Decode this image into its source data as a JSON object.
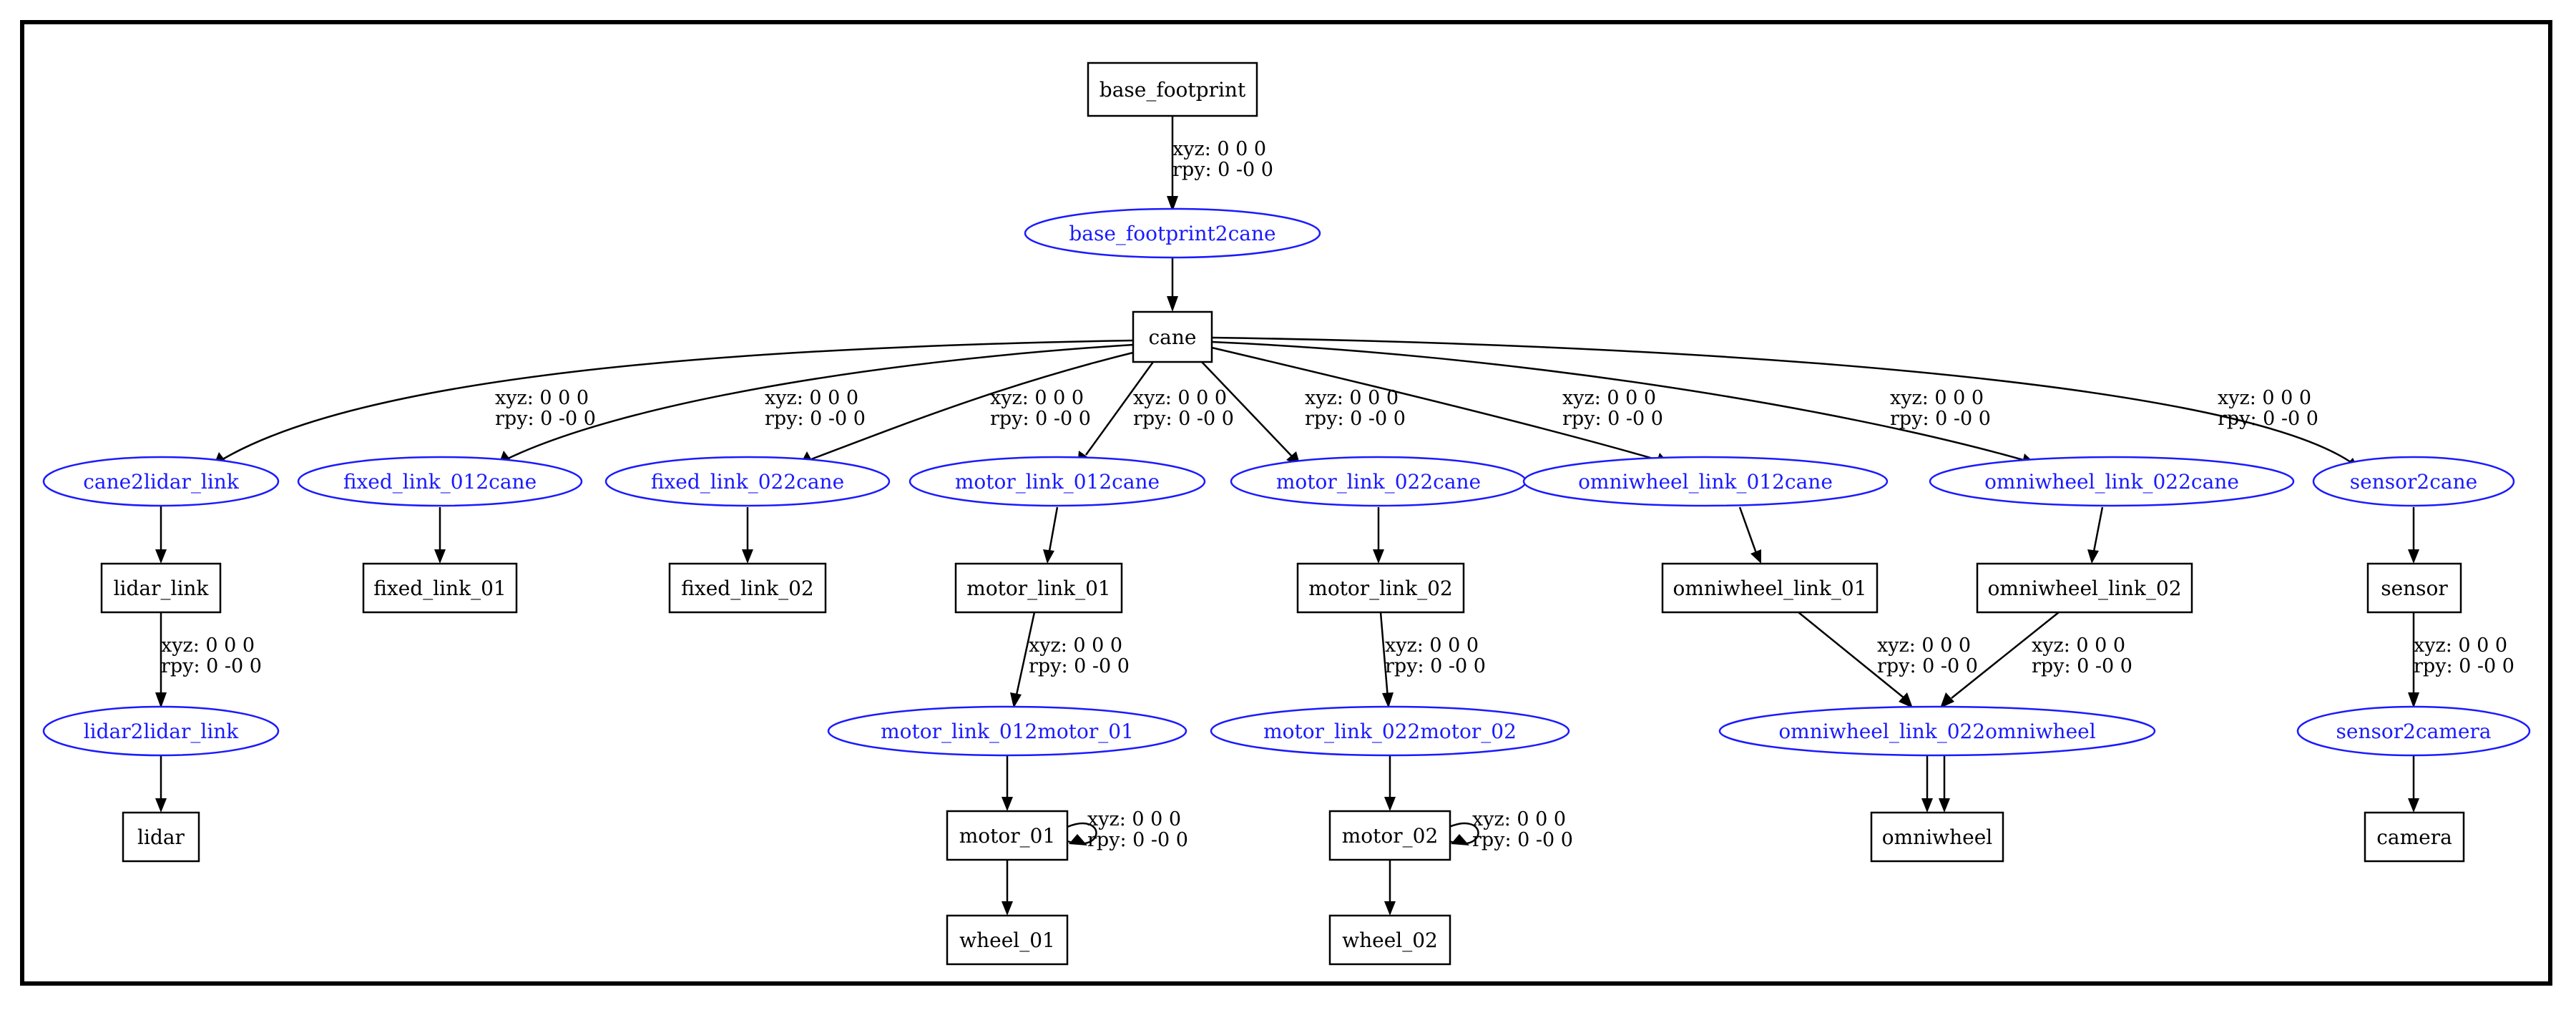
{
  "colors": {
    "link_stroke": "#000000",
    "joint_stroke": "#1a1aff",
    "joint_text": "#1a1aff",
    "frame": "#000000"
  },
  "links": {
    "base_footprint": "base_footprint",
    "cane": "cane",
    "lidar_link": "lidar_link",
    "lidar": "lidar",
    "fixed_link_01": "fixed_link_01",
    "fixed_link_02": "fixed_link_02",
    "motor_link_01": "motor_link_01",
    "motor_01": "motor_01",
    "wheel_01": "wheel_01",
    "motor_link_02": "motor_link_02",
    "motor_02": "motor_02",
    "wheel_02": "wheel_02",
    "omniwheel_link_01": "omniwheel_link_01",
    "omniwheel_link_02": "omniwheel_link_02",
    "omniwheel": "omniwheel",
    "sensor": "sensor",
    "camera": "camera"
  },
  "joints": {
    "base_footprint2cane": "base_footprint2cane",
    "cane2lidar_link": "cane2lidar_link",
    "lidar2lidar_link": "lidar2lidar_link",
    "fixed_link_012cane": "fixed_link_012cane",
    "fixed_link_022cane": "fixed_link_022cane",
    "motor_link_012cane": "motor_link_012cane",
    "motor_link_012motor_01": "motor_link_012motor_01",
    "motor_link_022cane": "motor_link_022cane",
    "motor_link_022motor_02": "motor_link_022motor_02",
    "omniwheel_link_012cane": "omniwheel_link_012cane",
    "omniwheel_link_022cane": "omniwheel_link_022cane",
    "omniwheel_link_022omniwheel": "omniwheel_link_022omniwheel",
    "sensor2cane": "sensor2cane",
    "sensor2camera": "sensor2camera"
  },
  "edge_label": {
    "xyz": "xyz: 0 0 0",
    "rpy": "rpy: 0 -0 0"
  }
}
